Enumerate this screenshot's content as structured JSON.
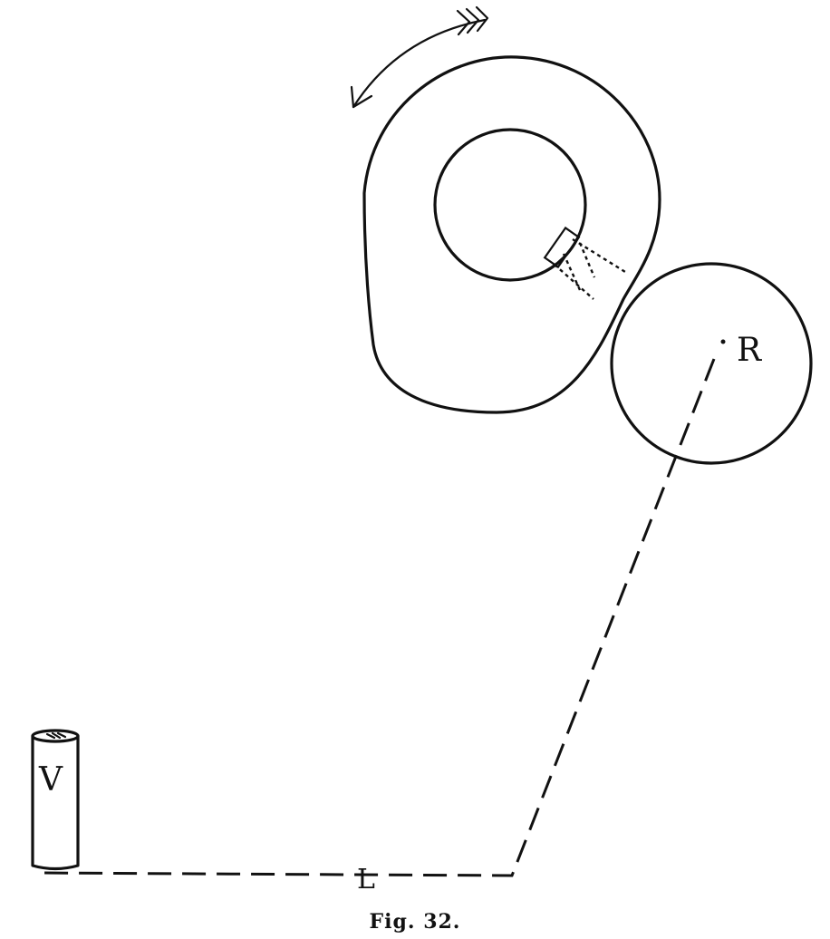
{
  "labels": {
    "roller": "R",
    "vessel": "V",
    "lever": "L"
  },
  "caption": "Fig. 32."
}
